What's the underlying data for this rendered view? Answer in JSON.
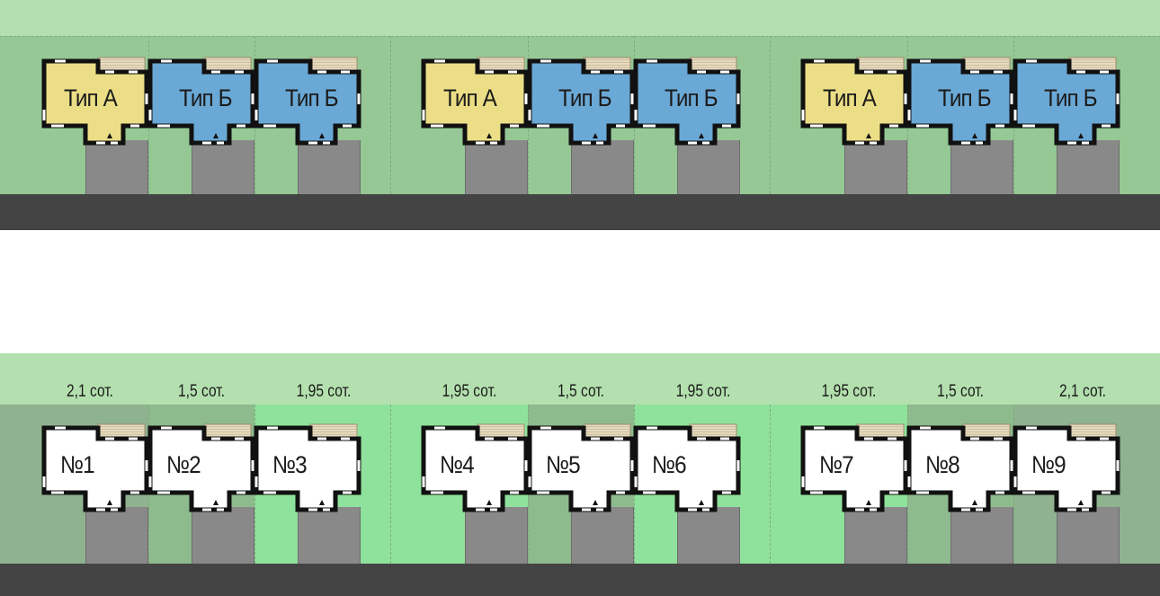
{
  "colors": {
    "sky_green": "#b3e0ae",
    "plot_green": "#95c895",
    "plot_dark": "#8fb28f",
    "plot_mid": "#8dbb8d",
    "plot_bright": "#8fe29c",
    "type_a": "#ebde86",
    "type_b": "#6aa8d5",
    "numbered_house": "#ffffff",
    "drive_gray": "#898989",
    "road": "#444444",
    "wall": "#111111",
    "deck": "#e9dcc0"
  },
  "top_plan": {
    "houses": [
      {
        "label": "Тип А",
        "kind": "A"
      },
      {
        "label": "Тип Б",
        "kind": "B"
      },
      {
        "label": "Тип Б",
        "kind": "B"
      },
      {
        "label": "Тип А",
        "kind": "A"
      },
      {
        "label": "Тип Б",
        "kind": "B"
      },
      {
        "label": "Тип Б",
        "kind": "B"
      },
      {
        "label": "Тип А",
        "kind": "A"
      },
      {
        "label": "Тип Б",
        "kind": "B"
      },
      {
        "label": "Тип Б",
        "kind": "B"
      }
    ]
  },
  "bottom_plan": {
    "houses": [
      {
        "label": "№1",
        "area": "2,1 сот.",
        "plot_color": "plot_dark"
      },
      {
        "label": "№2",
        "area": "1,5 сот.",
        "plot_color": "plot_mid"
      },
      {
        "label": "№3",
        "area": "1,95 сот.",
        "plot_color": "plot_bright"
      },
      {
        "label": "№4",
        "area": "1,95 сот.",
        "plot_color": "plot_bright"
      },
      {
        "label": "№5",
        "area": "1,5 сот.",
        "plot_color": "plot_mid"
      },
      {
        "label": "№6",
        "area": "1,95 сот.",
        "plot_color": "plot_bright"
      },
      {
        "label": "№7",
        "area": "1,95 сот.",
        "plot_color": "plot_bright"
      },
      {
        "label": "№8",
        "area": "1,5 сот.",
        "plot_color": "plot_mid"
      },
      {
        "label": "№9",
        "area": "2,1 сот.",
        "plot_color": "plot_dark"
      }
    ]
  }
}
